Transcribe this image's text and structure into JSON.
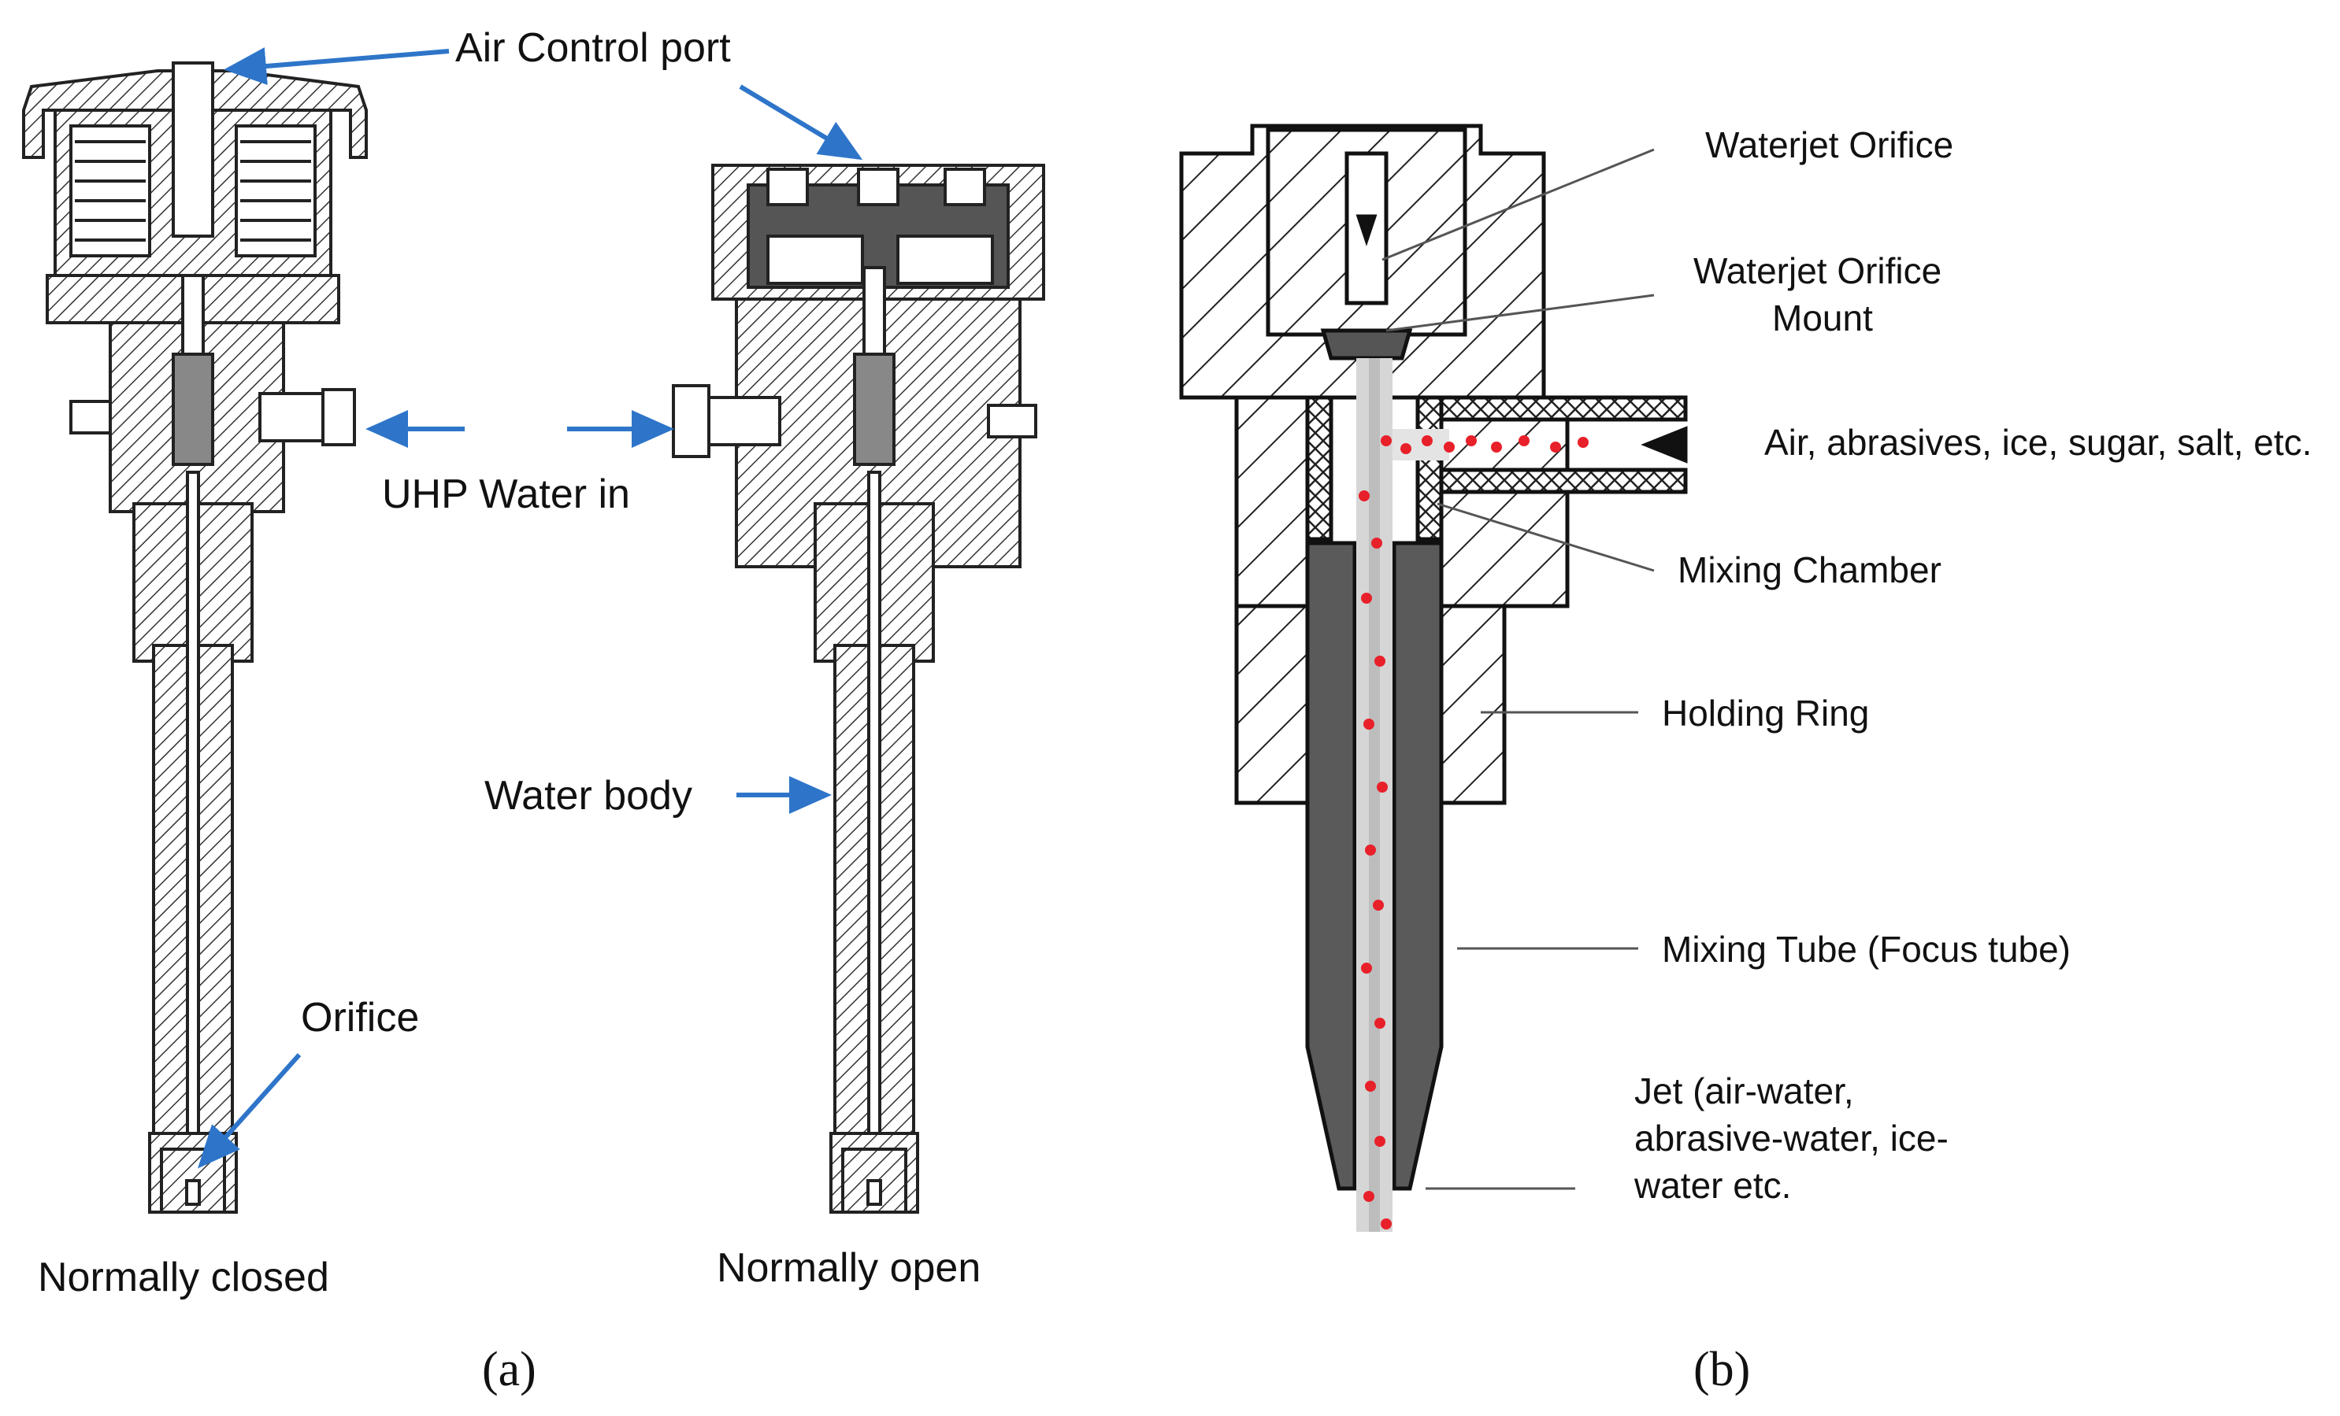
{
  "panel_a": {
    "label": "(a)",
    "annotations": {
      "air_control_port": "Air Control port",
      "uhp_water_in": "UHP Water in",
      "water_body": "Water body",
      "orifice": "Orifice"
    },
    "valves": [
      {
        "caption": "Normally closed"
      },
      {
        "caption": "Normally open"
      }
    ]
  },
  "panel_b": {
    "label": "(b)",
    "callouts": [
      "Waterjet Orifice",
      "Waterjet Orifice",
      "Mount",
      "Air, abrasives, ice, sugar, salt, etc.",
      "Mixing Chamber",
      "Holding Ring",
      "Mixing Tube (Focus tube)",
      "Jet (air-water,",
      "abrasive-water, ice-",
      "water etc."
    ]
  },
  "colors": {
    "arrow_blue": "#2e75c9",
    "hatch": "#333333",
    "tube_dark": "#555555",
    "particles": "#e8202a",
    "jet_grey": "#c8c8c8"
  }
}
